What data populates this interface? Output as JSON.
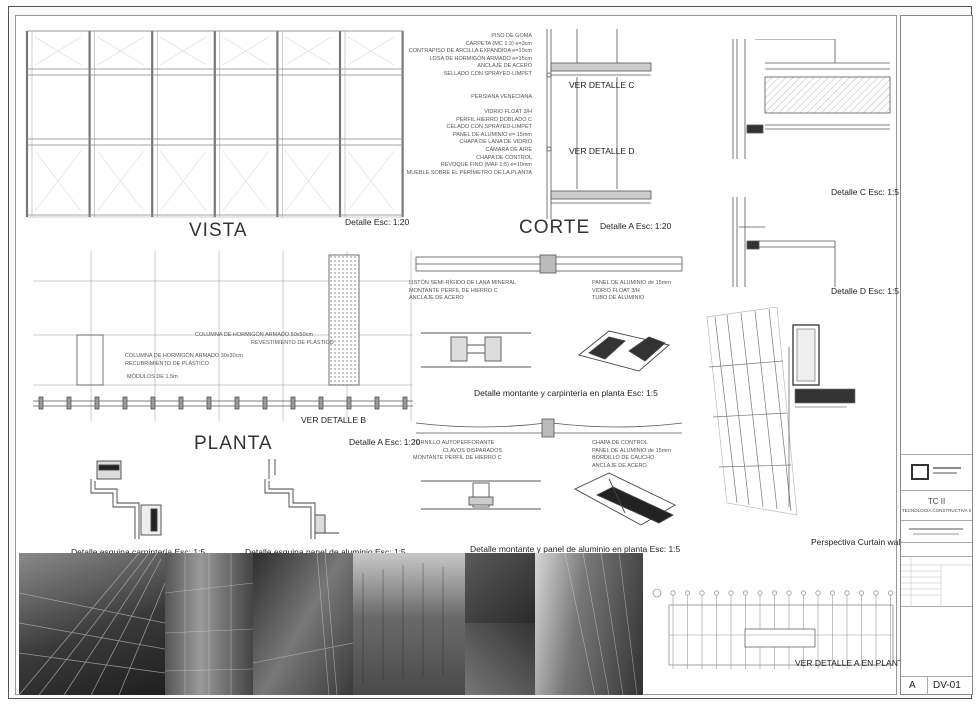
{
  "titles": {
    "vista": "VISTA",
    "corte": "CORTE",
    "planta": "PLANTA"
  },
  "captions": {
    "detalle_vista": "Detalle Esc: 1:20",
    "detalle_corte": "Detalle A Esc: 1:20",
    "detalle_c": "Detalle C Esc: 1:5",
    "detalle_d": "Detalle D Esc: 1:5",
    "detalle_planta": "Detalle A Esc: 1:20",
    "montante_1": "Detalle montante y carpintería en planta Esc: 1:5",
    "montante_2": "Detalle montante y panel de aluminio en planta Esc: 1:5",
    "esquina_carp": "Detalle esquina carpintería Esc: 1:5",
    "esquina_panel": "Detalle esquina panel de aluminio Esc: 1:5",
    "perspectiva": "Perspectiva Curtain wall"
  },
  "callouts": {
    "ver_c": "VER DETALLE C",
    "ver_d": "VER DETALLE D",
    "ver_b": "VER DETALLE B",
    "ver_a_planta": "VER DETALLE A EN PLANTA"
  },
  "notes_corte": [
    "PISO DE GOMA",
    "CARPETA (MC 1:3) e=3cm",
    "CONTRAPISO DE ARCILLA EXPANDIDA e=10cm",
    "LOSA DE HORMIGÓN ARMADO e=15cm",
    "ANCLAJE DE ACERO",
    "SELLADO CON SPRAYED-LIMPET",
    "",
    "PERSIANA VENECIANA",
    "",
    "VIDRIO FLOAT 3/H",
    "PERFIL HIERRO DOBLADO C",
    "CELADO CON SPRAYED-LIMPET",
    "PANEL DE ALUMINIO e= 15mm",
    "CHAPA DE LANA DE VIDRIO",
    "CÁMARA DE AIRE",
    "CHAPA DE CONTROL",
    "REVOQUE FINO (MAF 1:5) e=10mm",
    "MUEBLE SOBRE EL PERÍMETRO DE LA PLANTA"
  ],
  "notes_planta": [
    "COLUMNA DE HORMIGÓN ARMADO 50x50cm",
    "REVESTIMIENTO DE PLÁSTICO",
    "COLUMNA DE HORMIGÓN ARMADO 30x30cm",
    "RECUBRIMIENTO DE PLÁSTICO",
    "MÓDULOS DE 1,5m"
  ],
  "notes_montante1_left": [
    "LISTÓN SEMI-RÍGIDO DE LANA MINERAL",
    "MONTANTE PERFIL DE HIERRO C",
    "ANCLAJE DE ACERO"
  ],
  "notes_montante1_right": [
    "PANEL DE ALUMINIO de 15mm",
    "VIDRIO FLOAT 3/H",
    "TUBO DE ALUMINIO"
  ],
  "notes_montante2_left": [
    "TORNILLO AUTOPERFORANTE",
    "CLAVOS DISPARADOS",
    "MONTANTE PERFIL DE HIERRO C"
  ],
  "notes_montante2_right": [
    "CHAPA DE CONTROL",
    "PANEL DE ALUMINIO de 15mm",
    "BORDILLO DE CAUCHO",
    "ANCLAJE DE ACERO"
  ],
  "title_block": {
    "course": "TC II",
    "subtitle": "TECNOLOGÍA CONSTRUCTIVA II",
    "sheet_letter": "A",
    "sheet_code": "DV-01"
  },
  "colors": {
    "line": "#555555",
    "light": "#9a9a9a",
    "hatch": "#888888"
  }
}
